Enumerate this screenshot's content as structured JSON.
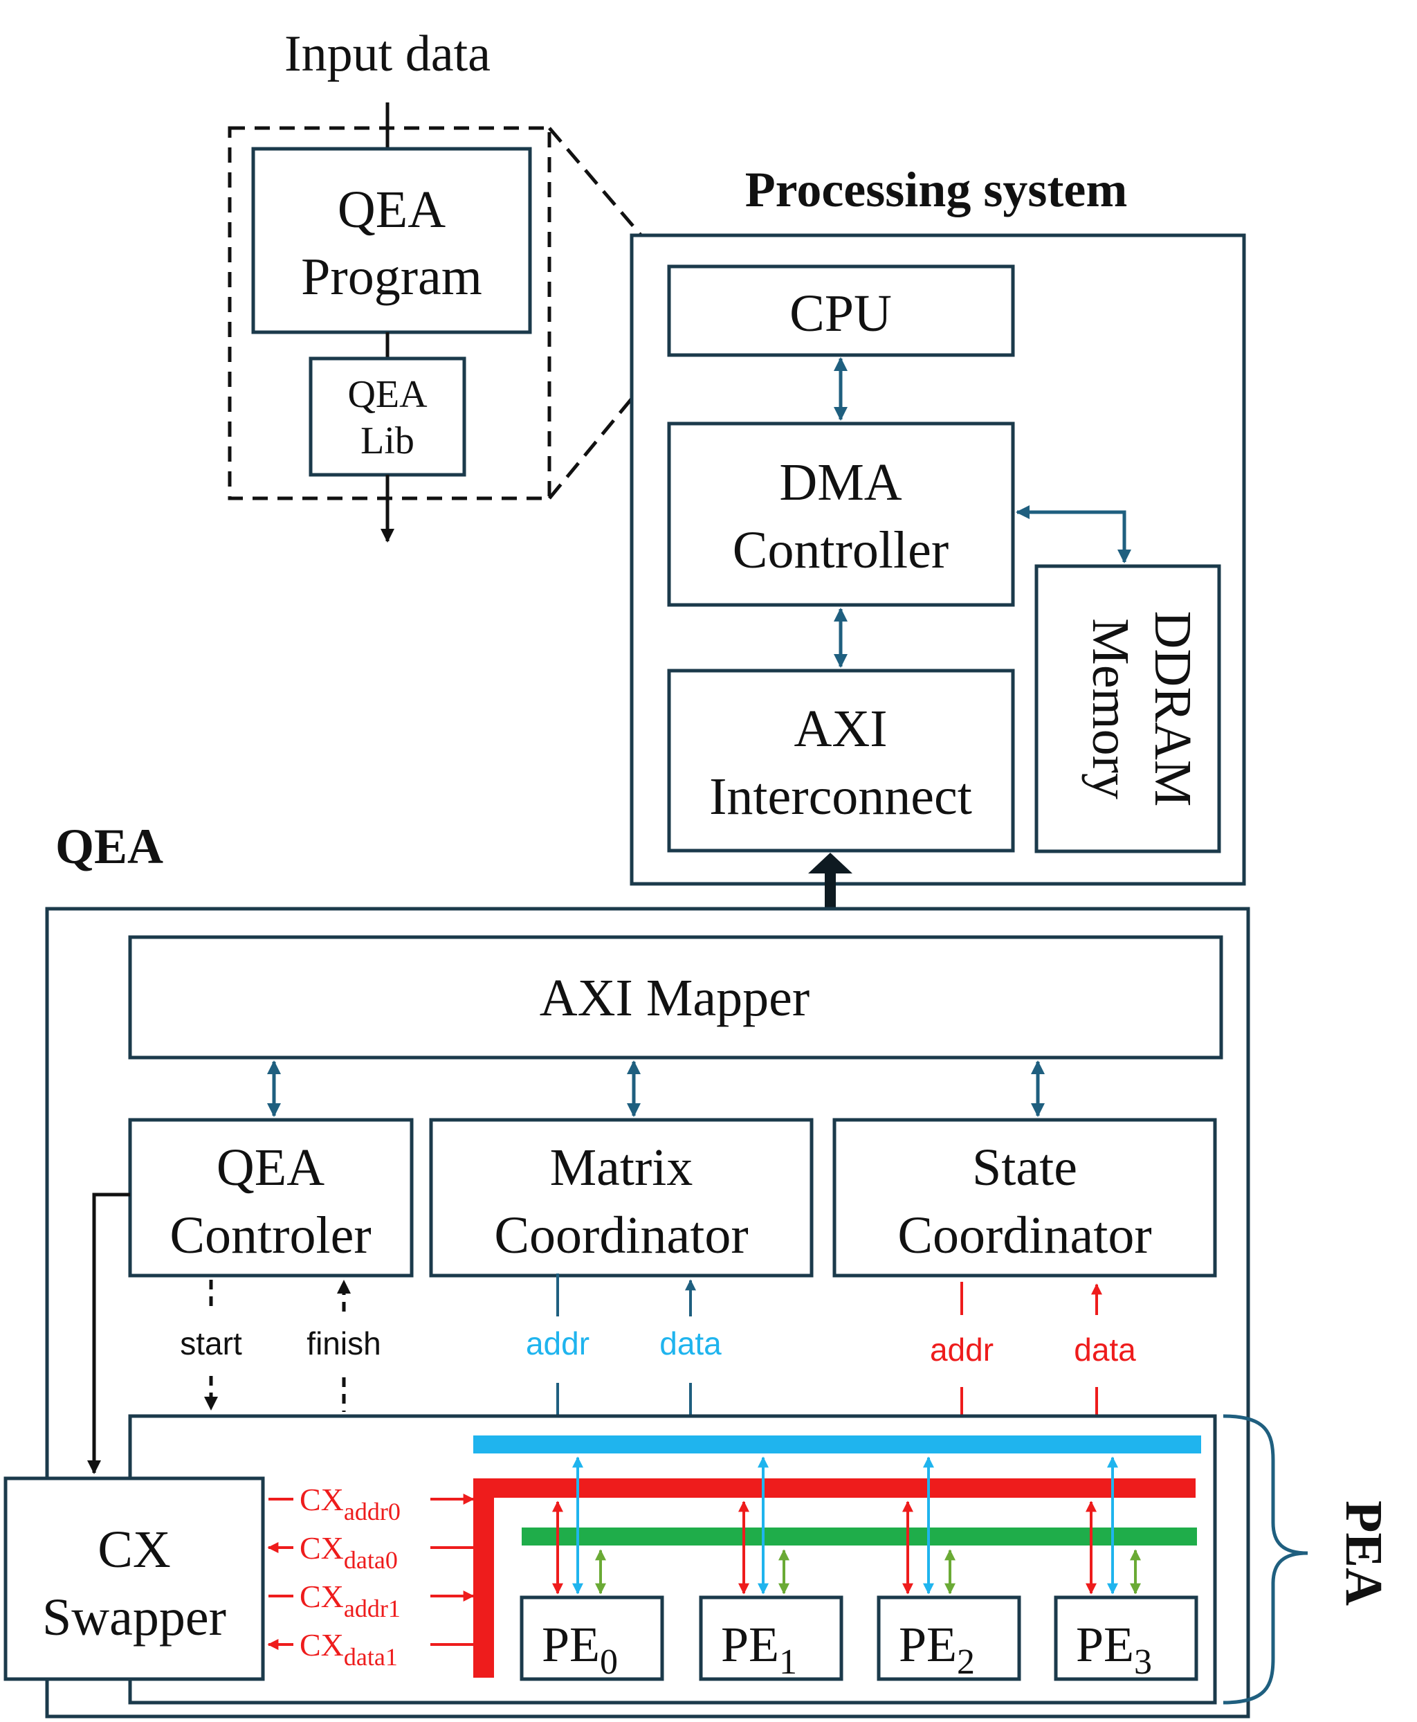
{
  "input": {
    "label": "Input data"
  },
  "host": {
    "program_line1": "QEA",
    "program_line2": "Program",
    "lib_line1": "QEA",
    "lib_line2": "Lib"
  },
  "ps": {
    "title": "Processing system",
    "cpu": "CPU",
    "dma_line1": "DMA",
    "dma_line2": "Controller",
    "axi_line1": "AXI",
    "axi_line2": "Interconnect",
    "ddr_line1": "DDRAM",
    "ddr_line2": "Memory"
  },
  "qea": {
    "title": "QEA",
    "mapper": "AXI Mapper",
    "ctrl_line1": "QEA",
    "ctrl_line2": "Controler",
    "matrix_line1": "Matrix",
    "matrix_line2": "Coordinator",
    "state_line1": "State",
    "state_line2": "Coordinator",
    "start": "start",
    "finish": "finish",
    "m_addr": "addr",
    "m_data": "data",
    "s_addr": "addr",
    "s_data": "data"
  },
  "cx": {
    "line1": "CX",
    "line2": "Swapper",
    "sig_base": "CX",
    "sig0_sub": "addr0",
    "sig1_sub": "data0",
    "sig2_sub": "addr1",
    "sig3_sub": "data1"
  },
  "pea": {
    "label": "PEA",
    "pe_base": "PE",
    "pe0_sub": "0",
    "pe1_sub": "1",
    "pe2_sub": "2",
    "pe3_sub": "3"
  },
  "colors": {
    "frame": "#1b3a4b",
    "link": "#1f5f7f",
    "blue_bus": "#1fb4ee",
    "red_bus": "#ee1c1c",
    "green_bus": "#1fad4a",
    "green_arrow": "#6aaa35"
  }
}
